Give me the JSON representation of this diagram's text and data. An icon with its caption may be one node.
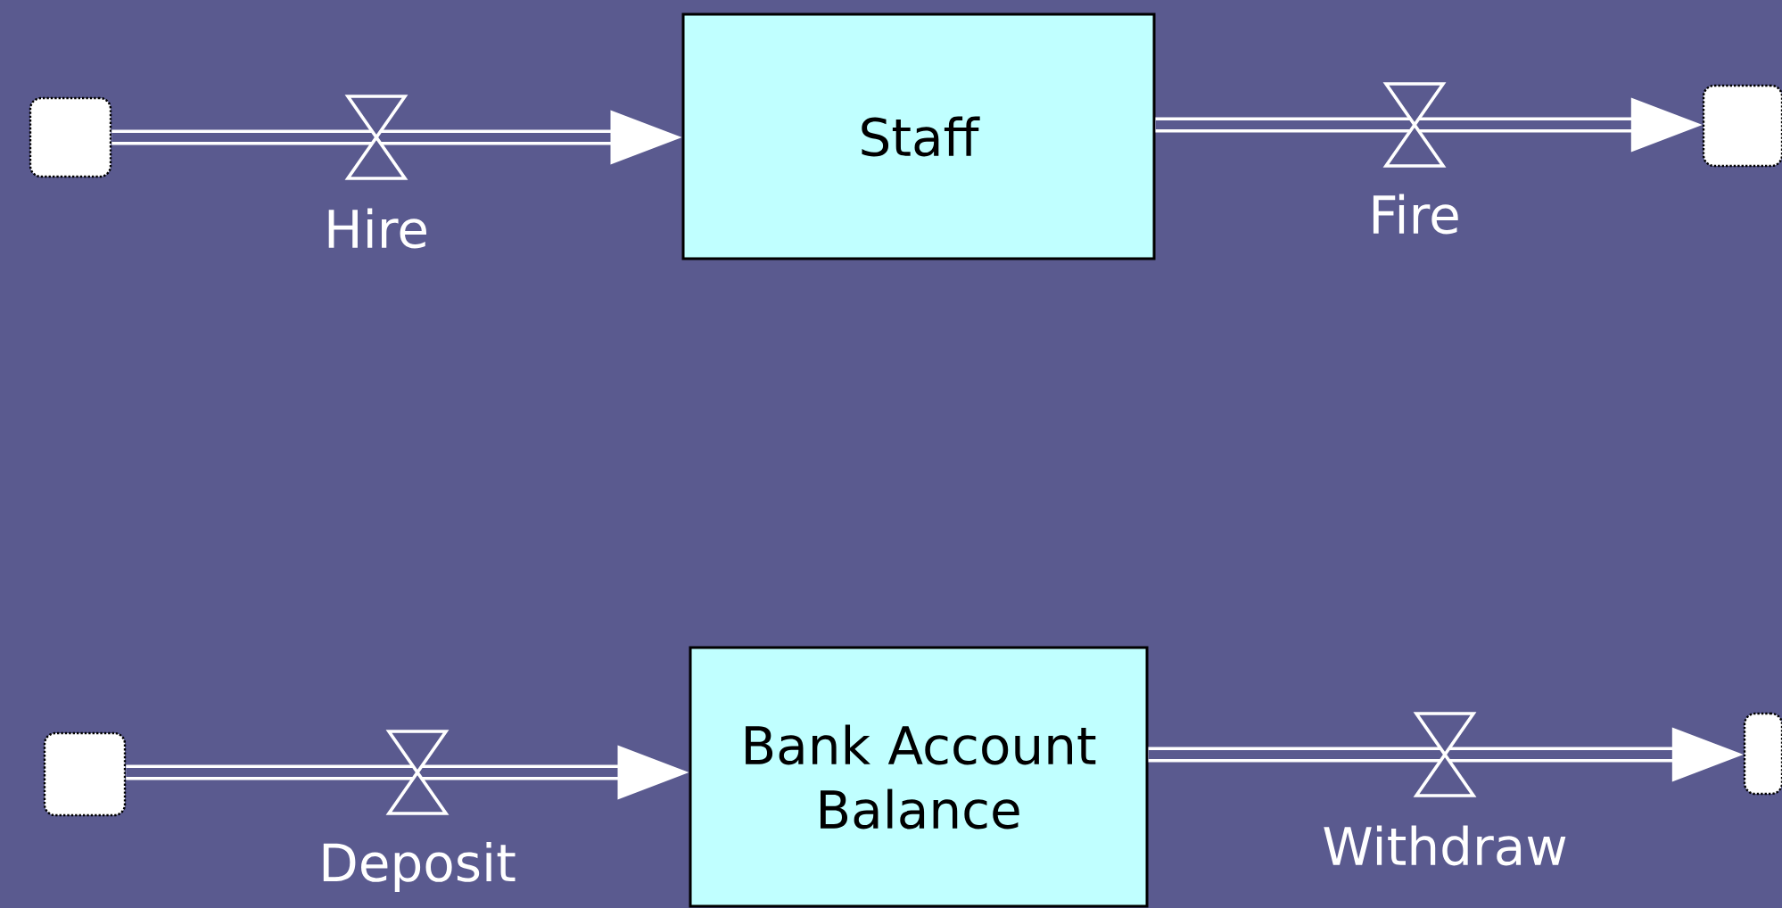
{
  "diagram": {
    "nodes": [
      {
        "text": [],
        "shape": "cloud"
      },
      {
        "text": [
          "Staff"
        ]
      },
      {
        "text": [],
        "shape": "cloud"
      },
      {
        "text": [],
        "shape": "cloud"
      },
      {
        "text": [
          "Bank Account Balance"
        ]
      },
      {
        "text": [],
        "shape": "cloud"
      }
    ],
    "edges": [
      {
        "from": 0,
        "to": 1,
        "arrow": "to",
        "label": "Hire"
      },
      {
        "from": 1,
        "to": 2,
        "arrow": "to",
        "label": "Fire"
      },
      {
        "from": 3,
        "to": 4,
        "arrow": "to",
        "label": "Deposit"
      },
      {
        "from": 4,
        "to": 5,
        "arrow": "to",
        "label": "Withdraw"
      }
    ]
  }
}
